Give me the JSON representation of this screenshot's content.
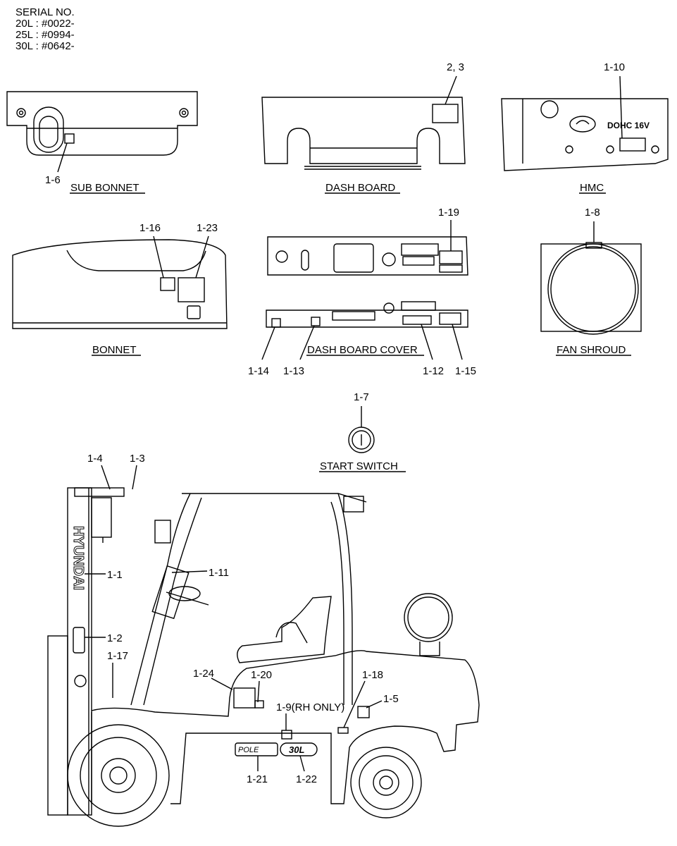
{
  "serial": {
    "heading": "SERIAL NO.",
    "lines": [
      "20L : #0022-",
      "25L : #0994-",
      "30L : #0642-"
    ]
  },
  "titles": {
    "sub_bonnet": "SUB BONNET",
    "dash_board": "DASH BOARD",
    "hmc": "HMC",
    "bonnet": "BONNET",
    "dash_board_cover": "DASH BOARD COVER",
    "fan_shroud": "FAN SHROUD",
    "start_switch": "START SWITCH"
  },
  "callouts": {
    "c1_6": "1-6",
    "c2_3": "2, 3",
    "c1_10": "1-10",
    "c1_16": "1-16",
    "c1_23": "1-23",
    "c1_19": "1-19",
    "c1_8": "1-8",
    "c1_14": "1-14",
    "c1_13": "1-13",
    "c1_12": "1-12",
    "c1_15": "1-15",
    "c1_7": "1-7",
    "c1_4": "1-4",
    "c1_3": "1-3",
    "c1_1": "1-1",
    "c1_11": "1-11",
    "c1_2": "1-2",
    "c1_17": "1-17",
    "c1_24": "1-24",
    "c1_20": "1-20",
    "c1_18": "1-18",
    "c1_5": "1-5",
    "c1_9": "1-9(RH ONLY)",
    "c1_21": "1-21",
    "c1_22": "1-22"
  },
  "decals": {
    "engine_text": "DOHC  16V",
    "mast_brand": "HYUNDAI",
    "model_badge": "30L",
    "series_badge": "POLE"
  }
}
